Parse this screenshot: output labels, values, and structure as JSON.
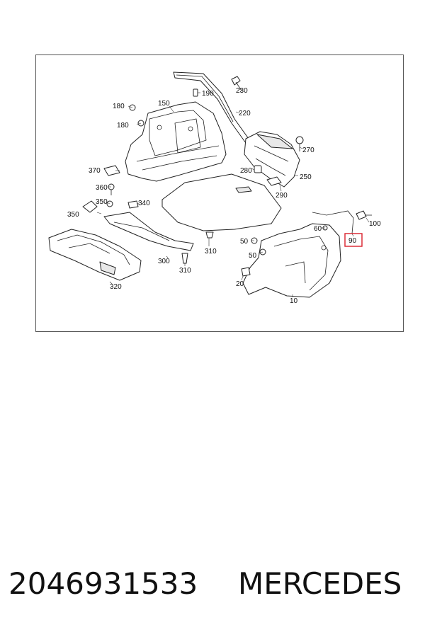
{
  "diagram": {
    "labels": {
      "l190": "190",
      "l230": "230",
      "l180a": "180",
      "l150": "150",
      "l220": "220",
      "l180b": "180",
      "l270": "270",
      "l370": "370",
      "l280": "280",
      "l250": "250",
      "l360": "360",
      "l290": "290",
      "l350a": "350",
      "l340": "340",
      "l350b": "350",
      "l100": "100",
      "l60": "60",
      "l90": "90",
      "l50a": "50",
      "l310a": "310",
      "l300": "300",
      "l50b": "50",
      "l310b": "310",
      "l20": "20",
      "l320": "320",
      "l10": "10"
    },
    "highlight_color": "#d9202a"
  },
  "caption": {
    "part_number": "2046931533",
    "brand": "MERCEDES"
  }
}
